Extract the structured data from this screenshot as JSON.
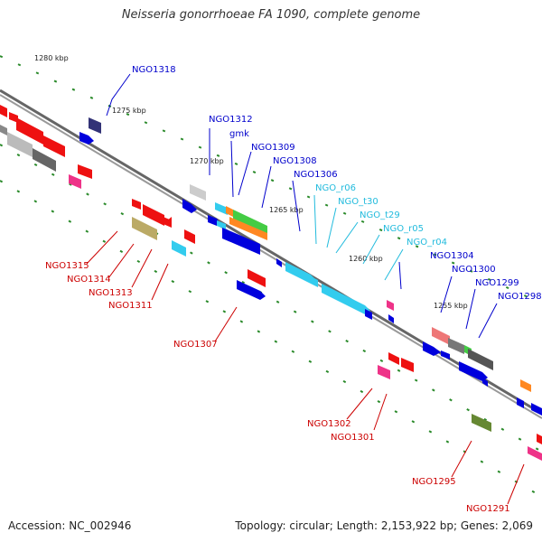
{
  "title": "Neisseria gonorrhoeae FA 1090, complete genome",
  "accession": "Accession: NC_002946",
  "stats": "Topology: circular; Length: 2,153,922 bp; Genes: 2,069",
  "colors": {
    "top_labels": "#0000cc",
    "rna_labels": "#22bbdd",
    "bottom_labels": "#cc0000",
    "backbone": "#777777",
    "tick": "#2a8a2a"
  },
  "kbp_ticks": [
    "1280 kbp",
    "1275 kbp",
    "1270 kbp",
    "1265 kbp",
    "1260 kbp",
    "1255 kbp"
  ],
  "top_labels": [
    "NGO1318",
    "NGO1312",
    "gmk",
    "NGO1309",
    "NGO1308",
    "NGO1306",
    "NGO1304",
    "NGO1300",
    "NGO1299",
    "NGO1298"
  ],
  "rna_labels": [
    "NGO_r06",
    "NGO_t30",
    "NGO_t29",
    "NGO_r05",
    "NGO_r04"
  ],
  "bottom_labels": [
    "NGO1315",
    "NGO1314",
    "NGO1313",
    "NGO1311",
    "NGO1307",
    "NGO1302",
    "NGO1301",
    "NGO1295",
    "NGO1291"
  ]
}
